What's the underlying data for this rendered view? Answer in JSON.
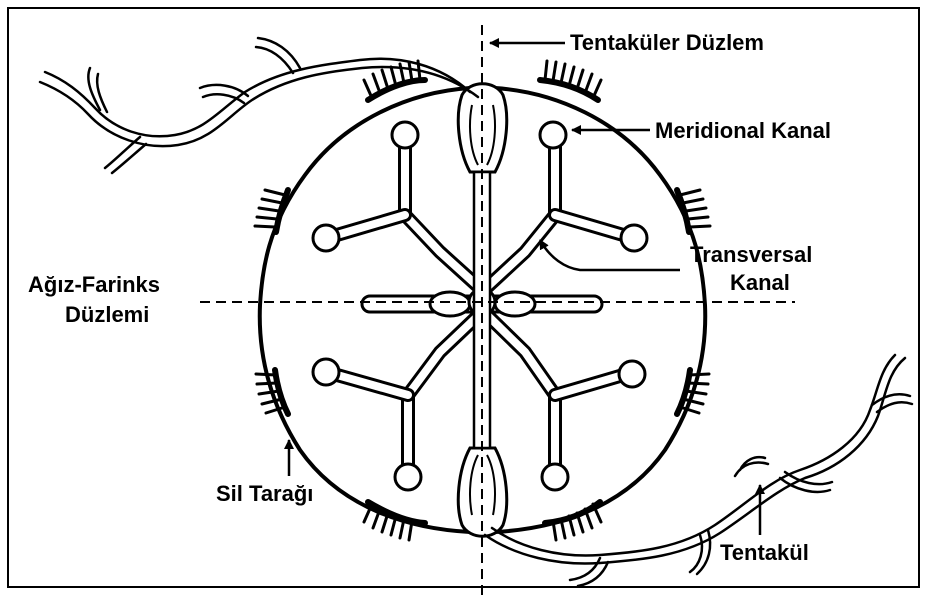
{
  "labels": {
    "tentacular_plane": "Tentaküler Düzlem",
    "meridional_canal": "Meridional Kanal",
    "transversal_canal_line1": "Transversal",
    "transversal_canal_line2": "Kanal",
    "pharyngeal_plane_line1": "Ağız-Farinks",
    "pharyngeal_plane_line2": "Düzlemi",
    "comb_row": "Sil Tarağı",
    "tentacle": "Tentakül"
  }
}
